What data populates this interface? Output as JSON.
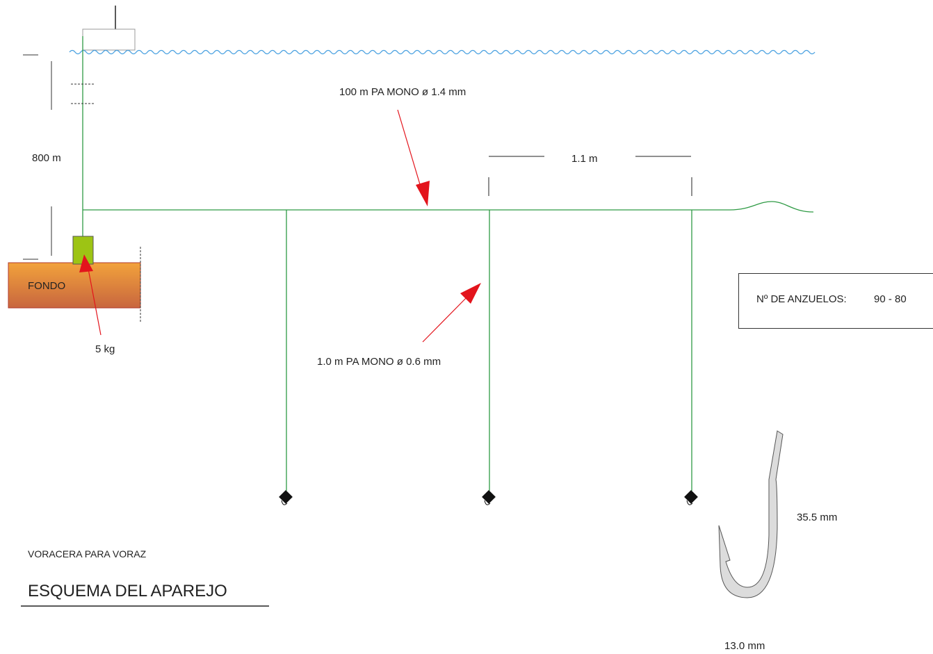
{
  "labels": {
    "main_line": "100 m PA  MONO  ø 1.4 mm",
    "spacing": "1.1 m",
    "depth": "800 m",
    "bottom": "FONDO",
    "weight": "5 kg",
    "branch_line": "1.0 m PA  MONO  ø 0.6 mm",
    "hook_length": "35.5 mm",
    "hook_width": "13.0 mm",
    "subtitle": "VORACERA PARA VORAZ",
    "title": "ESQUEMA DEL APAREJO"
  },
  "hooks_box": {
    "label": "Nº DE ANZUELOS:",
    "value": "90 - 80"
  },
  "colors": {
    "line": "#2e9a44",
    "water": "#48a0e0",
    "arrow": "#e3141c",
    "weight": "#9dc414",
    "bottom_top": "#f2a23c",
    "bottom_bottom": "#c8663e",
    "hook": "#dcdcdc"
  }
}
